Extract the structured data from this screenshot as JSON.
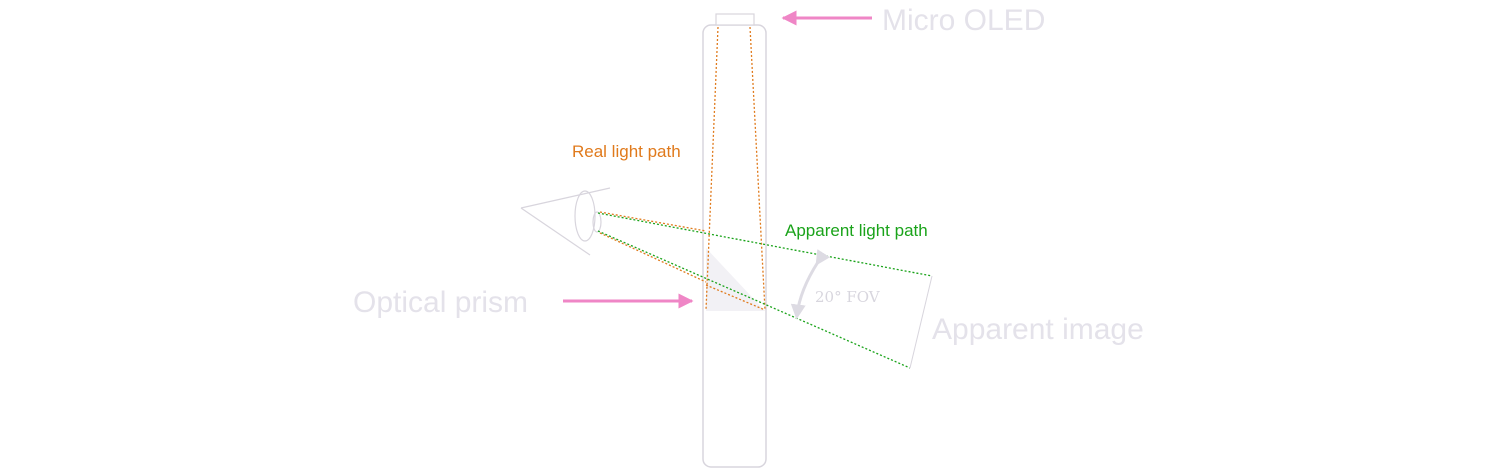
{
  "labels": {
    "micro_oled": "Micro OLED",
    "real_light_path": "Real light path",
    "apparent_light_path": "Apparent light path",
    "optical_prism": "Optical prism",
    "fov": "20° FOV",
    "apparent_image": "Apparent image"
  },
  "colors": {
    "real_path": "#e07a1c",
    "apparent_path": "#1aa31a",
    "pointer_arrow": "#ef86c6",
    "outline": "#d8d5dd",
    "faint_text": "#e4e2ea",
    "prism_fill": "#f2f1f5",
    "fov_arrow": "#dddbe3"
  }
}
